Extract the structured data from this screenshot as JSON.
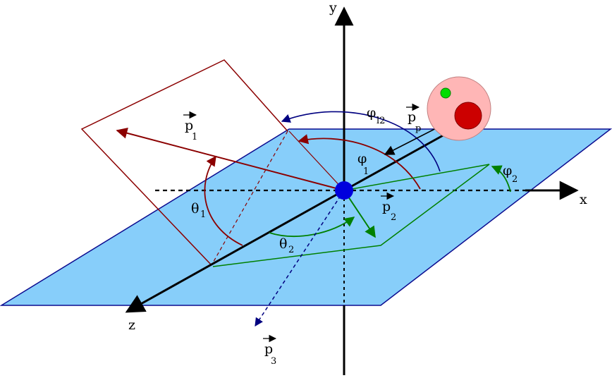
{
  "axes": {
    "x": "x",
    "y": "y",
    "z": "z"
  },
  "vectors": {
    "p1": {
      "base": "p",
      "sub": "1"
    },
    "p2": {
      "base": "p",
      "sub": "2"
    },
    "p3": {
      "base": "p",
      "sub": "3"
    },
    "pp": {
      "base": "p",
      "sub": "p"
    }
  },
  "angles": {
    "theta1": {
      "base": "θ",
      "sub": "1"
    },
    "theta2": {
      "base": "θ",
      "sub": "2"
    },
    "phi1": {
      "base": "φ",
      "sub": "1"
    },
    "phi2": {
      "base": "φ",
      "sub": "2"
    },
    "phi12": {
      "base": "φ",
      "sub": "l2"
    }
  },
  "colors": {
    "plane_fill": "#87cefa",
    "plane_edge": "#0b0b8f",
    "p1_color": "#8b0000",
    "p2_color": "#008000",
    "p3_color": "#00008b",
    "phi12_arc": "#000080",
    "origin": "#0000dd",
    "nucleus_halo": "#ffb6b6",
    "nucleus_big": "#cc0000",
    "nucleus_small": "#00dd00"
  }
}
